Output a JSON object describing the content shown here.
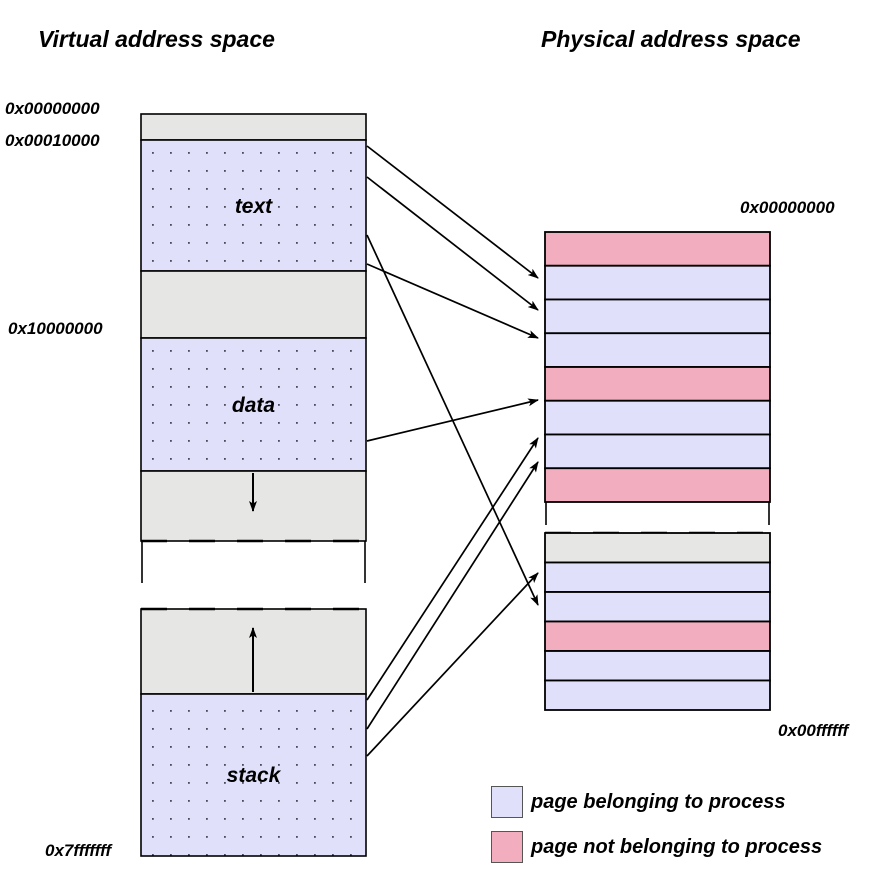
{
  "titles": {
    "virtual": "Virtual address space",
    "physical": "Physical address space"
  },
  "virtual": {
    "labels": {
      "top": "0x00000000",
      "text_start": "0x00010000",
      "data_start": "0x10000000",
      "bottom": "0x7fffffff"
    },
    "segments": [
      {
        "name": "text",
        "label": "text"
      },
      {
        "name": "data",
        "label": "data"
      },
      {
        "name": "stack",
        "label": "stack"
      }
    ]
  },
  "physical": {
    "labels": {
      "top": "0x00000000",
      "bottom": "0x00ffffff"
    },
    "upper_block_rows": [
      "not-owned",
      "owned",
      "owned",
      "owned",
      "not-owned",
      "owned",
      "owned",
      "not-owned"
    ],
    "lower_block_rows": [
      "unused",
      "owned",
      "owned",
      "not-owned",
      "owned",
      "owned"
    ]
  },
  "legend": {
    "items": [
      {
        "swatch": "owned",
        "label": "page belonging to process"
      },
      {
        "swatch": "not-owned",
        "label": "page not belonging to process"
      }
    ]
  },
  "colors": {
    "page_owned": "#e0e0fa",
    "page_not_owned": "#f2adbe",
    "unused": "#e6e6e4",
    "stroke": "#000000",
    "background": "#ffffff"
  }
}
